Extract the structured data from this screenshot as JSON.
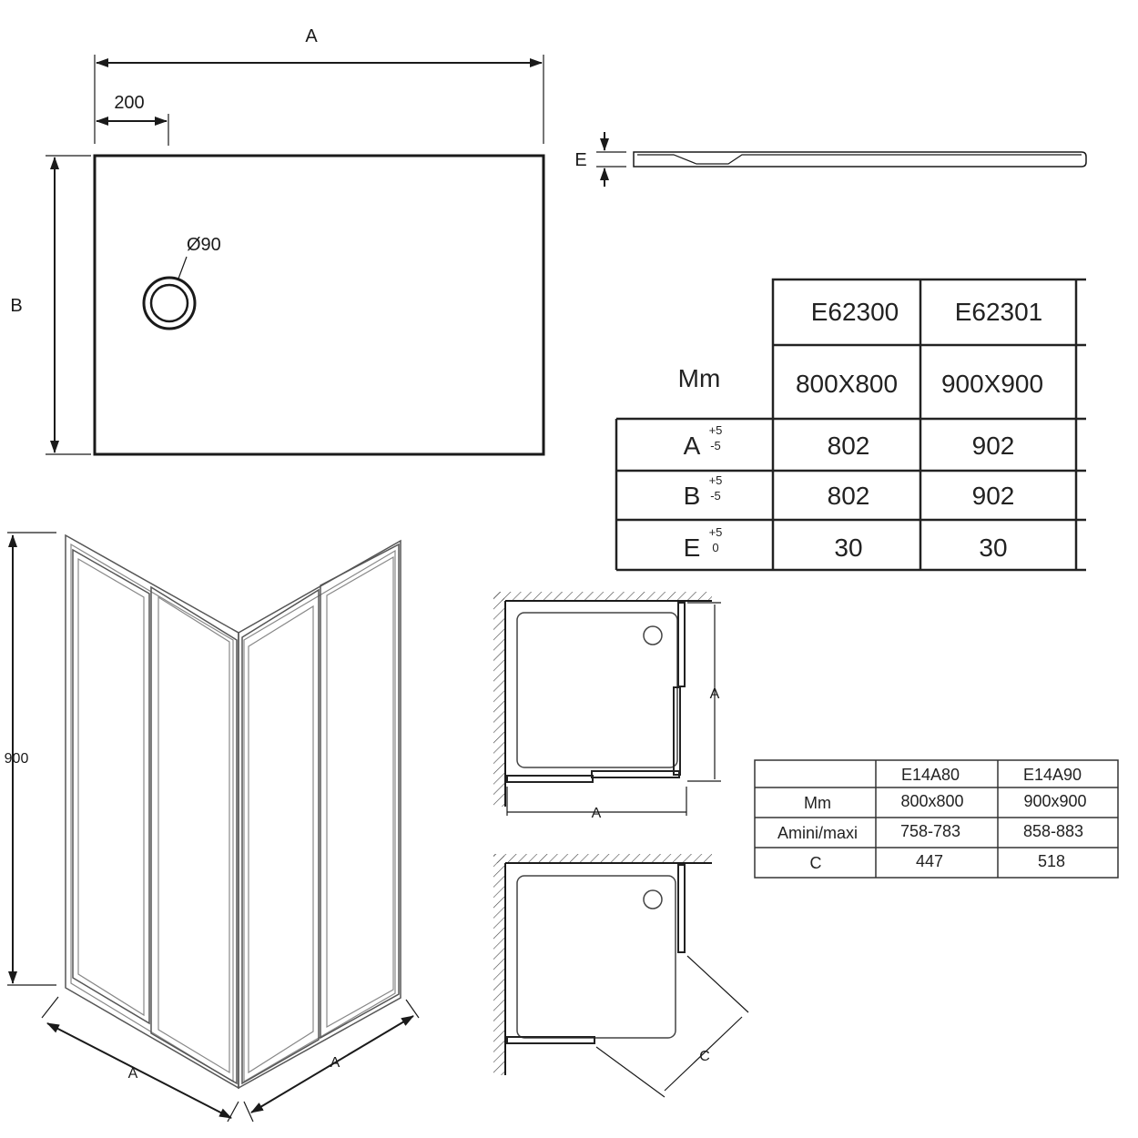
{
  "plan_view": {
    "dim_width": "A",
    "dim_offset": "200",
    "dim_height": "B",
    "drain_diameter": "Ø90"
  },
  "side_view": {
    "dim_thickness": "E"
  },
  "tray_table": {
    "unit_label": "Mm",
    "columns": [
      {
        "ref": "E62300",
        "size": "800X800"
      },
      {
        "ref": "E62301",
        "size": "900X900"
      }
    ],
    "rows": [
      {
        "label": "A",
        "tol_plus": "+5",
        "tol_minus": "-5",
        "values": [
          "802",
          "902"
        ]
      },
      {
        "label": "B",
        "tol_plus": "+5",
        "tol_minus": "-5",
        "values": [
          "802",
          "902"
        ]
      },
      {
        "label": "E",
        "tol_plus": "+5",
        "tol_minus": "0",
        "values": [
          "30",
          "30"
        ]
      }
    ]
  },
  "enclosure_view": {
    "dim_height": "900",
    "dim_side_left": "A",
    "dim_side_right": "A"
  },
  "top_views": {
    "closed_dim": "A",
    "closed_dim_bottom": "A",
    "open_dim": "C"
  },
  "enclosure_table": {
    "columns": [
      "E14A80",
      "E14A90"
    ],
    "rows": [
      {
        "label": "Mm",
        "values": [
          "800x800",
          "900x900"
        ]
      },
      {
        "label": "Amini/maxi",
        "values": [
          "758-783",
          "858-883"
        ]
      },
      {
        "label": "C",
        "values": [
          "447",
          "518"
        ]
      }
    ]
  }
}
